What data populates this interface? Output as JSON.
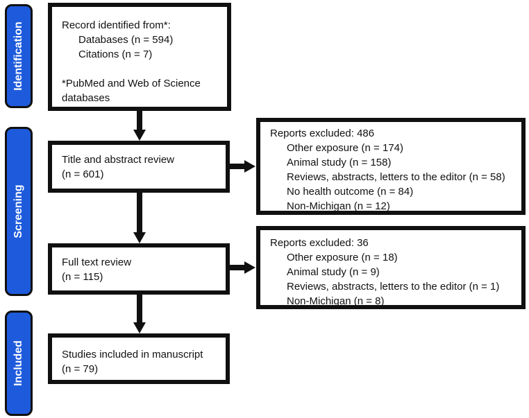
{
  "stages": {
    "identification": "Identification",
    "screening": "Screening",
    "included": "Included"
  },
  "identification_box": {
    "line1": "Record identified from*:",
    "databases": "Databases (n = 594)",
    "citations": "Citations (n = 7)",
    "footnote1": "*PubMed and Web of Science",
    "footnote2": "databases"
  },
  "title_abstract_box": {
    "title": "Title and abstract review",
    "count": "(n = 601)"
  },
  "excluded_1": {
    "header": "Reports excluded: 486",
    "items": [
      "Other exposure (n = 174)",
      "Animal study (n = 158)",
      "Reviews, abstracts, letters to the editor (n = 58)",
      "No health outcome (n = 84)",
      "Non-Michigan (n = 12)"
    ]
  },
  "full_text_box": {
    "title": "Full text review",
    "count": "(n = 115)"
  },
  "excluded_2": {
    "header": "Reports excluded: 36",
    "items": [
      "Other exposure (n = 18)",
      "Animal study (n = 9)",
      "Reviews, abstracts, letters to the editor (n = 1)",
      "Non-Michigan (n = 8)"
    ]
  },
  "included_box": {
    "title": "Studies included in manuscript",
    "count": "(n = 79)"
  },
  "colors": {
    "stage_fill": "#1E5BDC",
    "border": "#101010"
  }
}
